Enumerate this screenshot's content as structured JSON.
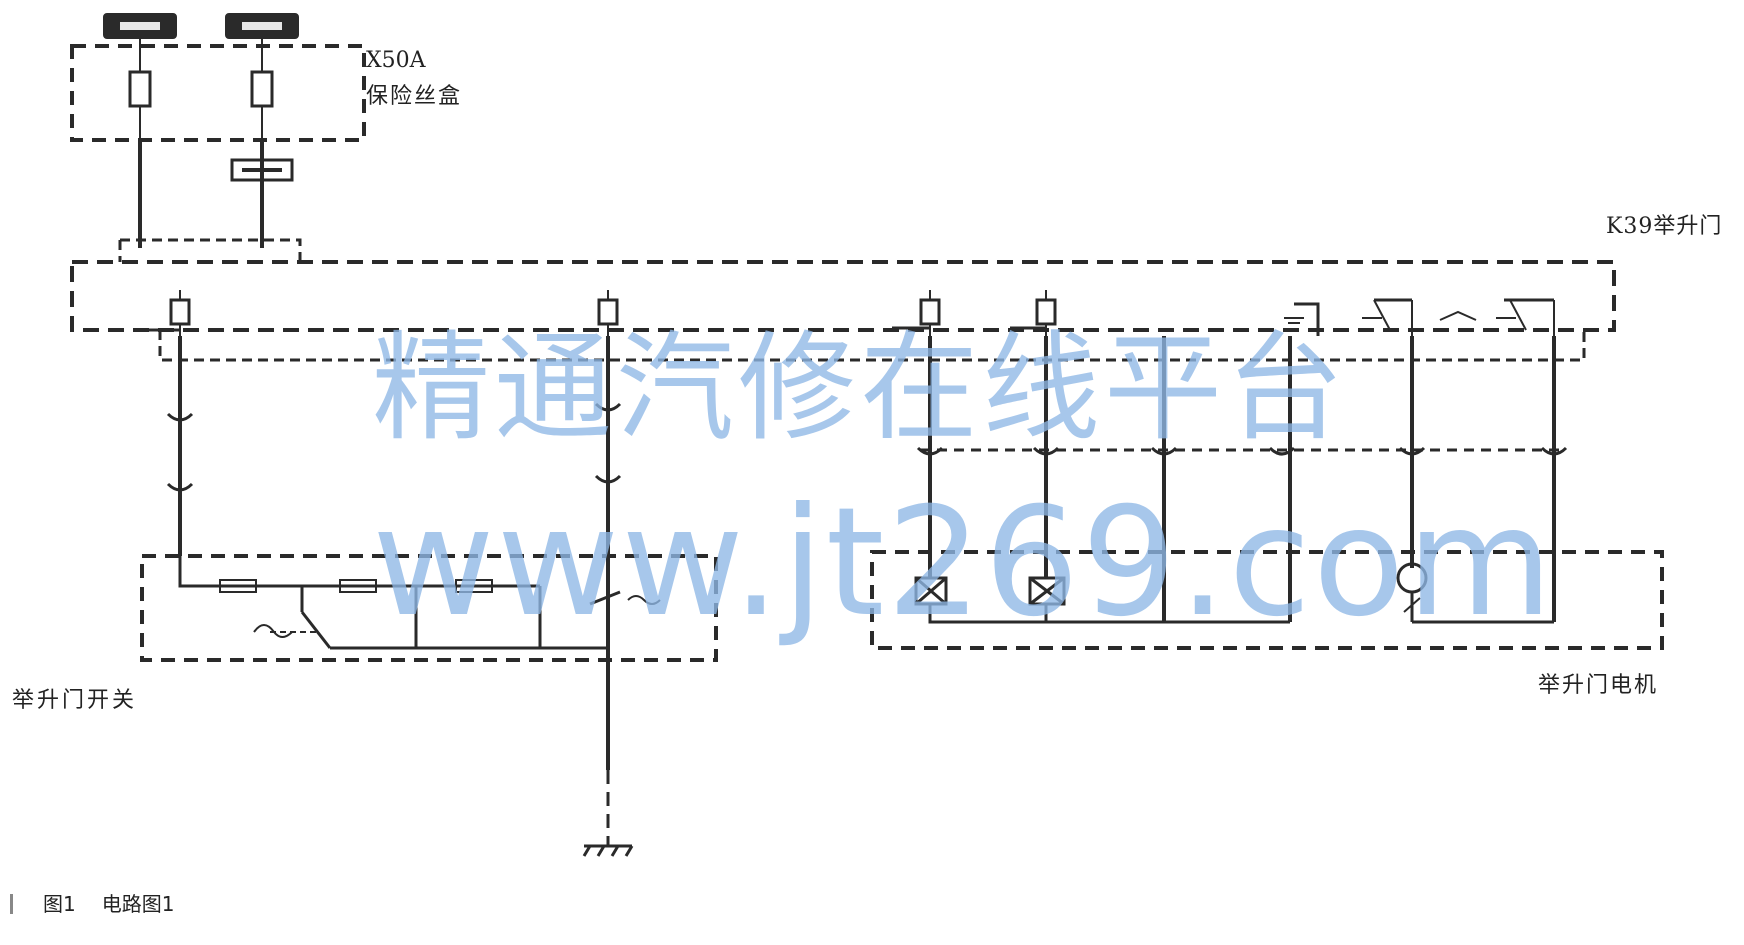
{
  "labels": {
    "fuse_box_code": "X50A",
    "fuse_box_name": "保险丝盒",
    "liftgate_module": "K39举升门",
    "liftgate_switch": "举升门开关",
    "liftgate_motor": "举升门电机"
  },
  "caption": {
    "figure": "图1",
    "title": "电路图1"
  },
  "watermark": {
    "line1": "精通汽修在线平台",
    "line2": "www.jt269.com"
  },
  "colors": {
    "line": "#2a2a2a",
    "watermark": "#8fb8e6"
  }
}
